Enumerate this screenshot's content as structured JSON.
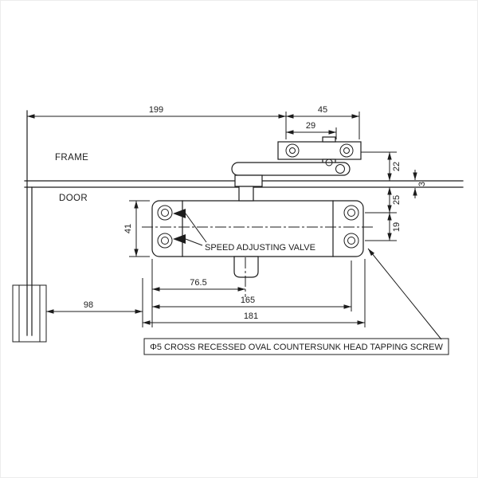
{
  "labels": {
    "frame": "FRAME",
    "door": "DOOR",
    "speed_adjusting_valve": "SPEED ADJUSTING VALVE",
    "screw_note": "Φ5 CROSS RECESSED OVAL COUNTERSUNK HEAD TAPPING SCREW"
  },
  "dimensions": {
    "overall_arm_reach": "199",
    "bracket_width": "45",
    "bracket_hole_offset": "29",
    "frame_to_bracket": "22",
    "frame_door_gap": "3",
    "door_top_to_hole": "25",
    "vertical_hole_pitch": "19",
    "body_height": "41",
    "left_holes_to_center": "76.5",
    "door_edge_to_body": "98",
    "horizontal_hole_pitch": "165",
    "body_length": "181"
  },
  "colors": {
    "line": "#1c1c1c",
    "background": "#ffffff"
  }
}
